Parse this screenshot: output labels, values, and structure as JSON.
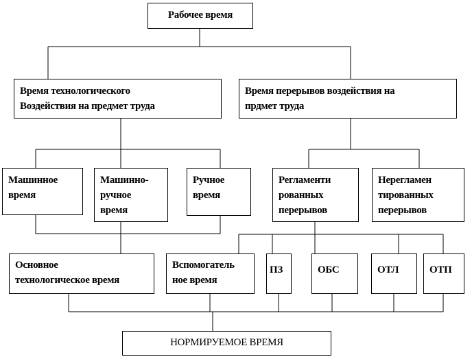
{
  "root": "Рабочее время",
  "level2": {
    "left": [
      "Время технологического",
      "Воздействия на предмет труда"
    ],
    "right": [
      "Время перерывов воздействия на",
      "прдмет труда"
    ]
  },
  "level3": {
    "machine": [
      "Машинное",
      "время"
    ],
    "machine_manual": [
      "Машинно-",
      "ручное",
      "время"
    ],
    "manual": [
      "Ручное",
      "время"
    ],
    "regulated": [
      "Регламенти",
      "рованных",
      "перерывов"
    ],
    "unregulated": [
      "Нерегламен",
      "тированных",
      "перерывов"
    ]
  },
  "level4": {
    "main_tech": [
      "Основное",
      "технологическое время"
    ],
    "auxiliary": [
      "Вспомогатель",
      "ное время"
    ],
    "pz": "ПЗ",
    "obs": "ОБС",
    "otl": "ОТЛ",
    "otp": "ОТП"
  },
  "result": "НОРМИРУЕМОЕ ВРЕМЯ"
}
